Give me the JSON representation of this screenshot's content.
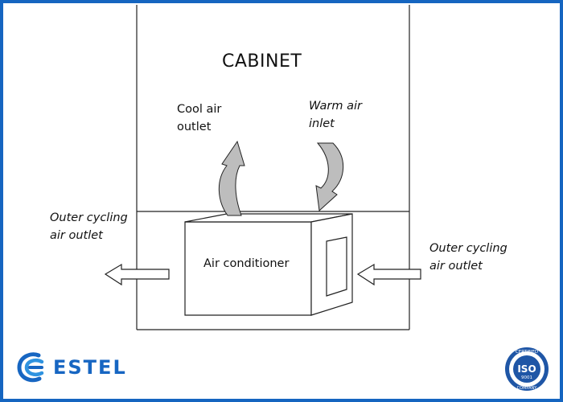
{
  "diagram": {
    "cabinet_label": "CABINET",
    "cool_air_outlet": "Cool   air\noutlet",
    "warm_air_inlet": "Warm air\ninlet",
    "outer_outlet_left": "Outer cycling\nair outlet",
    "outer_outlet_right": "Outer  cycling\nair outlet",
    "unit_label": "Air conditioner"
  },
  "branding": {
    "logo_text": "ESTEL",
    "iso_certified": "CERTIFIED",
    "iso_main": "ISO",
    "iso_number": "9001",
    "iso_company": "COMPANY",
    "brand_color": "#1766c2",
    "frame_color": "#1565c0"
  },
  "icons": [
    "logo-mark-icon",
    "iso-badge-icon",
    "arrow-icons"
  ]
}
